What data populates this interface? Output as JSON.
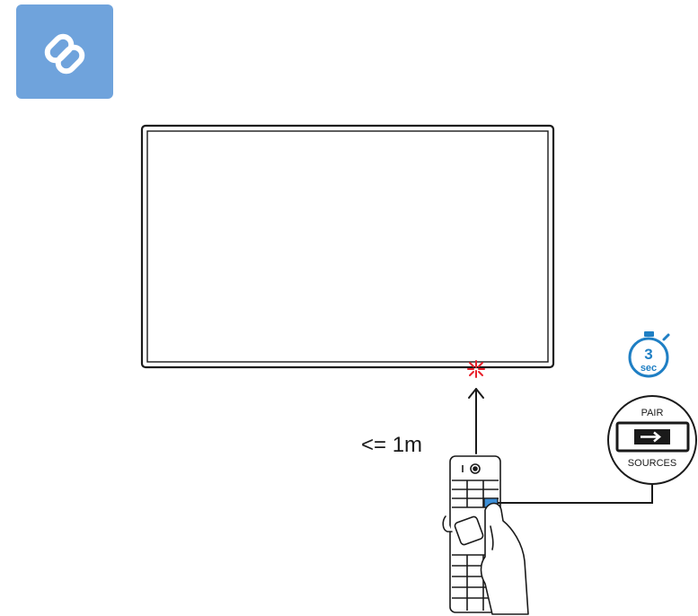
{
  "badge": {
    "icon": "link-icon",
    "color": "#6fa3dc"
  },
  "distance_label": "<= 1m",
  "timer": {
    "value": "3",
    "unit": "sec",
    "icon": "stopwatch-icon",
    "color": "#1f7fc4"
  },
  "button_callout": {
    "top_label": "PAIR",
    "bottom_label": "SOURCES",
    "icon": "source-input-icon"
  },
  "colors": {
    "ir_signal": "#e8202a",
    "highlight_key": "#3d8fd6",
    "line": "#1a1a1a"
  }
}
